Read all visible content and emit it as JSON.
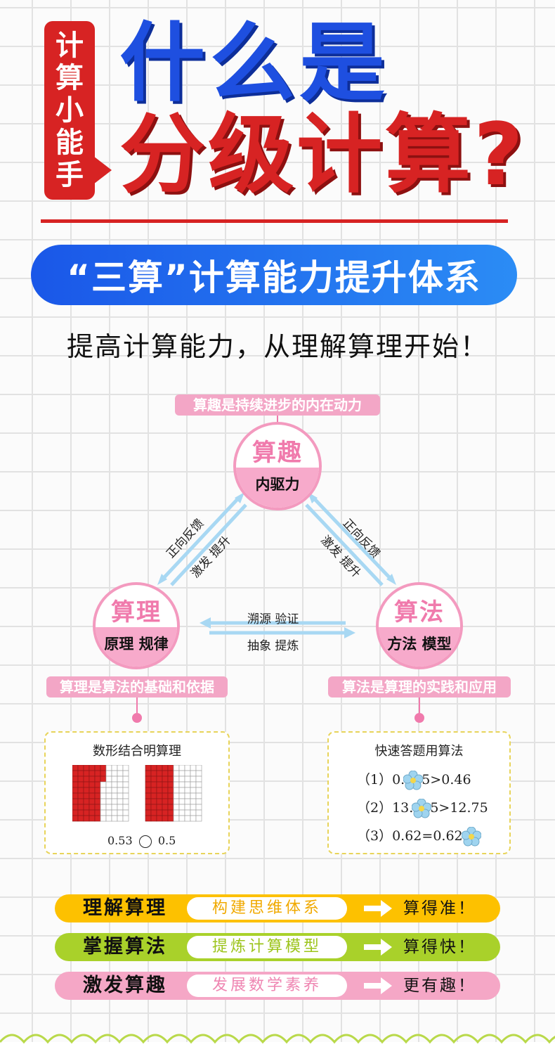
{
  "header": {
    "side_tag": [
      "计",
      "算",
      "小",
      "能",
      "手"
    ],
    "title_line1": "什么是",
    "title_line2": "分级计算?"
  },
  "banner": "“三算”计算能力提升体系",
  "tagline": "提高计算能力，从理解算理开始！",
  "diagram": {
    "top_label": "算趣是持续进步的内在动力",
    "top_circle": {
      "title": "算趣",
      "sub": "内驱力"
    },
    "left_circle": {
      "title": "算理",
      "sub": "原理 规律"
    },
    "right_circle": {
      "title": "算法",
      "sub": "方法 模型"
    },
    "left_arrow": {
      "line1": "正向反馈",
      "line2": "激发 提升"
    },
    "right_arrow": {
      "line1": "正向反馈",
      "line2": "激发 提升"
    },
    "middle_arrow": {
      "top": "溯源 验证",
      "bottom": "抽象 提炼"
    },
    "left_label": "算理是算法的基础和依据",
    "right_label": "算法是算理的实践和应用"
  },
  "left_box": {
    "title": "数形结合明算理",
    "caption_left": "0.53",
    "caption_right": "0.5",
    "grid1_filled": 0.53,
    "grid2_filled": 0.5
  },
  "right_box": {
    "title": "快速答题用算法",
    "eq1_pre": "（1）0.",
    "eq1_post": "5>0.46",
    "eq2_pre": "（2）13.",
    "eq2_post": "5>12.75",
    "eq3_pre": "（3）0.62=0.62"
  },
  "bars": [
    {
      "label": "理解算理",
      "mid": "构建思维体系",
      "result": "算得准！",
      "color": "#fdc100",
      "text_color": "#f0a900"
    },
    {
      "label": "掌握算法",
      "mid": "提炼计算模型",
      "result": "算得快！",
      "color": "#a9d12a",
      "text_color": "#9cc41b"
    },
    {
      "label": "激发算趣",
      "mid": "发展数学素养",
      "result": "更有趣！",
      "color": "#f5a7c6",
      "text_color": "#ef86b2"
    }
  ],
  "colors": {
    "red": "#d72323",
    "blue": "#1e4fe0",
    "pink": "#f39abf"
  }
}
